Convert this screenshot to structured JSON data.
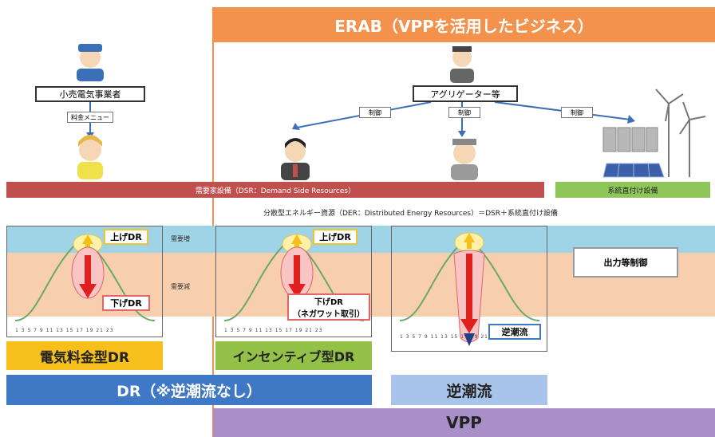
{
  "header": {
    "title": "ERAB（VPPを活用したビジネス）"
  },
  "actors": {
    "retailer_label": "小売電気事業者",
    "retailer_arrow_label": "料金メニュー",
    "aggregator_label": "アグリゲーター等",
    "control_labels": [
      "制御",
      "制御",
      "制御"
    ]
  },
  "bands": {
    "demand_side": "需要家設備（DSR：Demand Side Resources）",
    "grid_connected": "系統直付け設備",
    "der_note": "分散型エネルギー資源（DER：Distributed Energy Resources）＝DSR＋系統直付け設備"
  },
  "zones": {
    "upper": "需要増",
    "lower": "需要減"
  },
  "panels": {
    "tick_labels": "1 3 5 7 9 11 13 15 17 19 21 23",
    "up_dr": "上げDR",
    "down_dr": "下げDR",
    "down_dr_negawatt_line1": "下げDR",
    "down_dr_negawatt_line2": "（ネガワット取引）",
    "reverse_flow": "逆潮流",
    "output_control": "出力等制御"
  },
  "categories": {
    "price_dr": "電気料金型DR",
    "incentive_dr": "インセンティブ型DR",
    "dr_no_reverse": "DR（※逆潮流なし）",
    "reverse_flow": "逆潮流",
    "vpp": "VPP"
  },
  "colors": {
    "orange": "#f3924c",
    "maroon": "#c0504d",
    "green": "#8fc65a",
    "blue_zone": "#9fd3e6",
    "peach_zone": "#f8cfae",
    "dark_blue": "#3f78c4",
    "light_blue": "#a9c4ea",
    "purple": "#a88fc8",
    "yellow": "#f6bf1b",
    "lime": "#93c047"
  },
  "icons": [
    "person-retailer-icon",
    "person-consumer-icon",
    "person-aggregator-icon",
    "person-business-icon",
    "person-elder-icon",
    "battery-icon",
    "solar-panel-icon",
    "wind-turbine-icon"
  ]
}
